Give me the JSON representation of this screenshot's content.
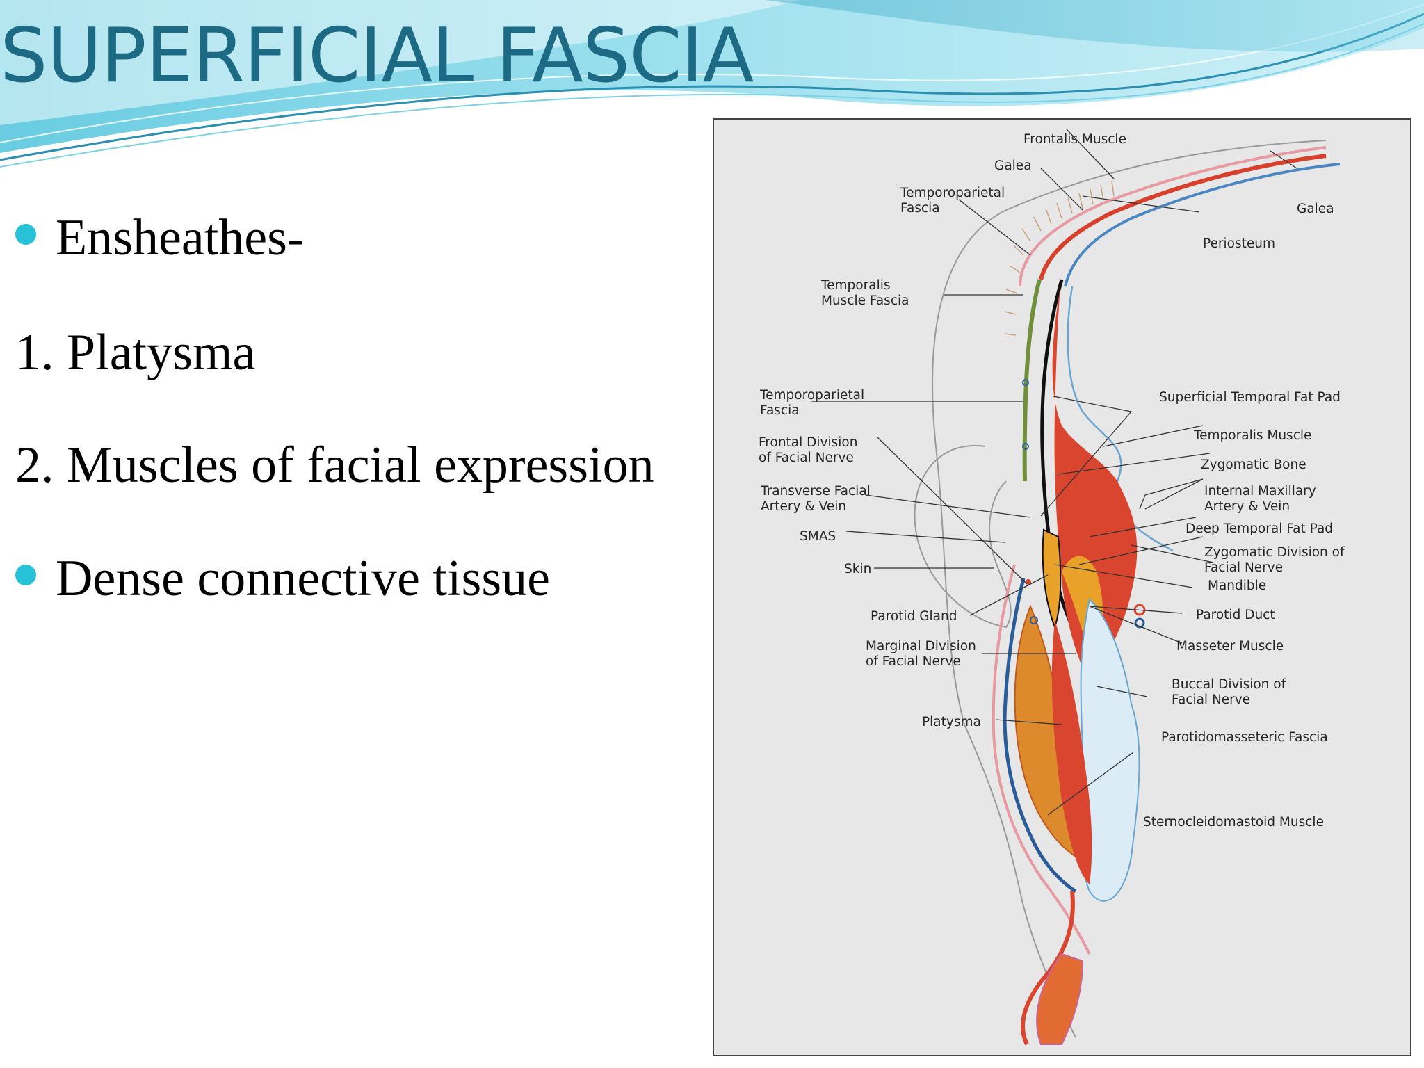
{
  "slide": {
    "title": "SUPERFICIAL FASCIA",
    "lines": [
      {
        "text": "Ensheathes-",
        "bullet": true
      },
      {
        "text": "1. Platysma",
        "bullet": false
      },
      {
        "text": "2. Muscles of facial expression",
        "bullet": false
      },
      {
        "text": "Dense connective tissue",
        "bullet": true
      }
    ],
    "colors": {
      "title": "#1d6a84",
      "bullet": "#27c1d8"
    }
  },
  "figure": {
    "labels": {
      "frontalis_muscle": "Frontalis Muscle",
      "galea_top": "Galea",
      "temporoparietal_fascia_top_1": "Temporoparietal",
      "temporoparietal_fascia_top_2": "Fascia",
      "galea_right": "Galea",
      "periosteum": "Periosteum",
      "temporalis_muscle_fascia_1": "Temporalis",
      "temporalis_muscle_fascia_2": "Muscle Fascia",
      "temporoparietal_fascia_mid_1": "Temporoparietal",
      "temporoparietal_fascia_mid_2": "Fascia",
      "superficial_temporal_fat_pad": "Superficial Temporal Fat Pad",
      "temporalis_muscle": "Temporalis Muscle",
      "frontal_division_1": "Frontal Division",
      "frontal_division_2": "of Facial Nerve",
      "zygomatic_bone": "Zygomatic Bone",
      "transverse_facial_1": "Transverse Facial",
      "transverse_facial_2": "Artery & Vein",
      "internal_maxillary_1": "Internal Maxillary",
      "internal_maxillary_2": "Artery & Vein",
      "deep_temporal_fat_pad": "Deep Temporal Fat Pad",
      "smas": "SMAS",
      "zygomatic_division_1": "Zygomatic Division of",
      "zygomatic_division_2": "Facial Nerve",
      "mandible": "Mandible",
      "skin": "Skin",
      "parotid_duct": "Parotid Duct",
      "masseter_muscle": "Masseter Muscle",
      "parotid_gland": "Parotid Gland",
      "marginal_division_1": "Marginal Division",
      "marginal_division_2": "of Facial Nerve",
      "buccal_division_1": "Buccal Division of",
      "buccal_division_2": "Facial Nerve",
      "parotidomasseteric_fascia": "Parotidomasseteric Fascia",
      "platysma": "Platysma",
      "sternocleidomastoid_muscle": "Sternocleidomastoid Muscle"
    }
  }
}
